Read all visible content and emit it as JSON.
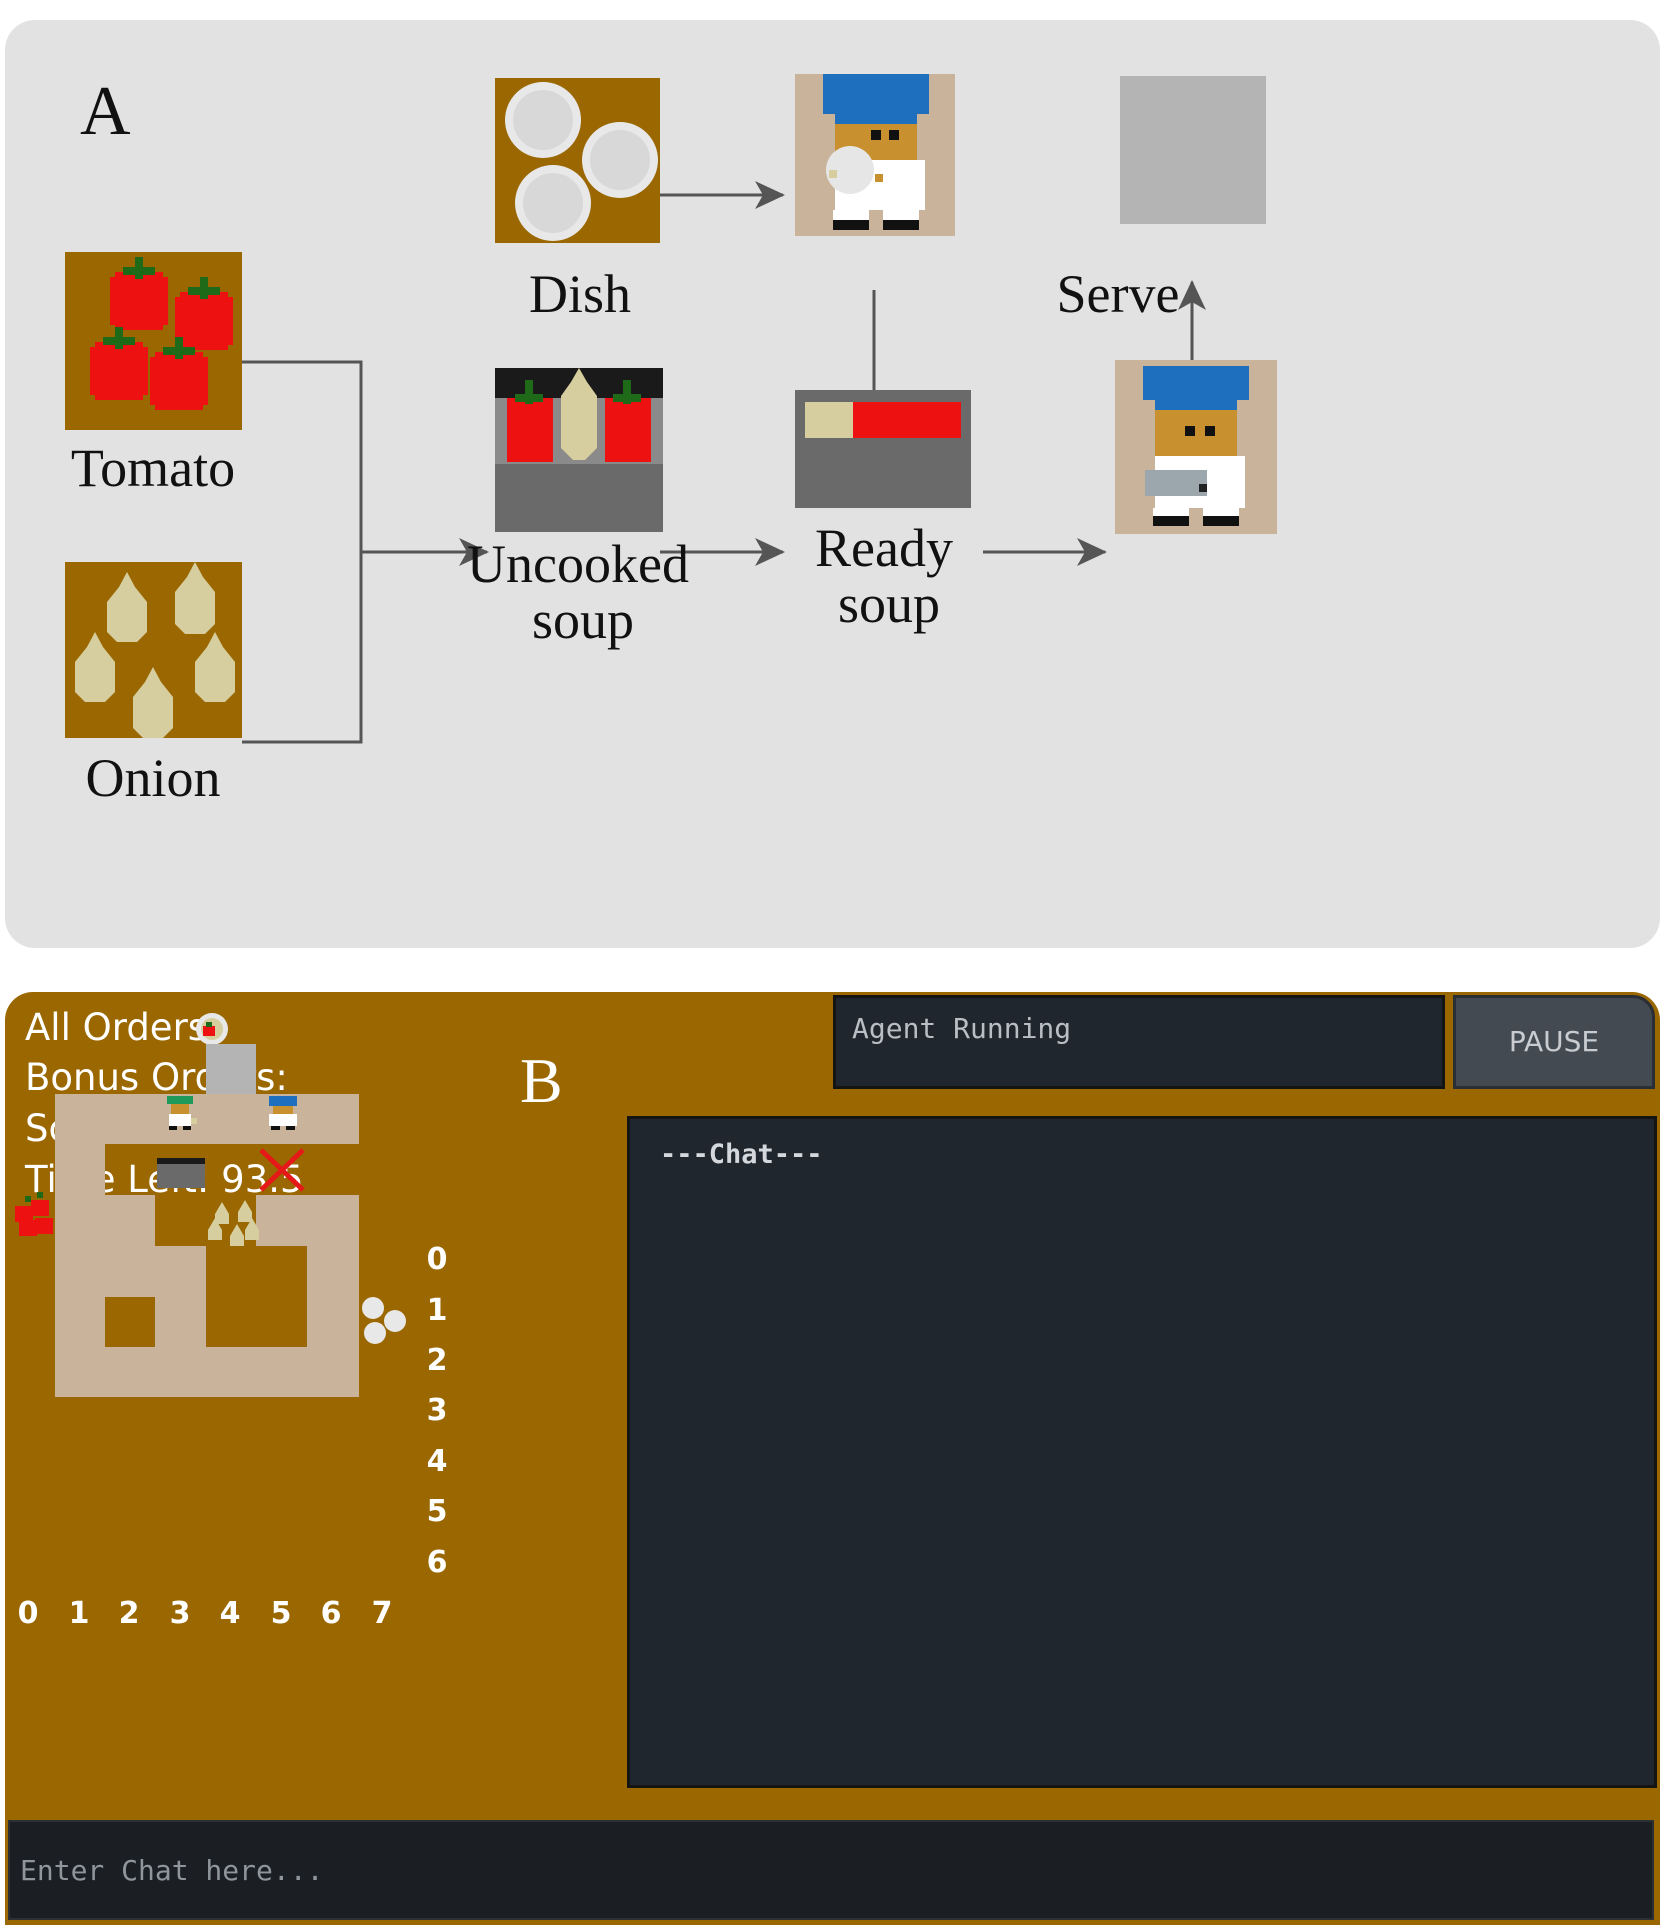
{
  "panel_a": {
    "label": "A",
    "captions": {
      "tomato": "Tomato",
      "onion": "Onion",
      "dish": "Dish",
      "uncooked_soup_line1": "Uncooked",
      "uncooked_soup_line2": "soup",
      "ready_soup_line1": "Ready",
      "ready_soup_line2": "soup",
      "serve": "Serve"
    }
  },
  "panel_b": {
    "label": "B",
    "hud": {
      "all_orders": "All Orders:",
      "bonus_orders": "Bonus Orders:",
      "score": "Score: 0",
      "time_left": "Time Left: 93.5"
    },
    "status": "Agent Running",
    "pause_label": "PAUSE",
    "chat_title": "---Chat---",
    "chat_placeholder": "Enter Chat here...",
    "row_labels": [
      "0",
      "1",
      "2",
      "3",
      "4",
      "5",
      "6"
    ],
    "col_labels": [
      "0",
      "1",
      "2",
      "3",
      "4",
      "5",
      "6",
      "7"
    ]
  },
  "colors": {
    "counter_brown": "#9a6700",
    "floor_tan": "#c9b49b",
    "panel_a_bg": "#e2e2e2",
    "chat_bg": "#20262d",
    "tomato_red": "#ee1111",
    "onion_beige": "#d6ce9e",
    "chef_hat_blue": "#1f6fbf",
    "chef_hat_green": "#1f9a5a",
    "serving_gray": "#b4b4b4",
    "pot_gray": "#6a6a6a"
  },
  "icons": [
    "tomato-pile-icon",
    "onion-pile-icon",
    "dish-stack-icon",
    "chef-holding-dish-icon",
    "uncooked-soup-pot-icon",
    "ready-soup-pot-icon",
    "chef-holding-soup-icon",
    "serving-station-icon",
    "order-soup-icon",
    "cross-icon"
  ]
}
